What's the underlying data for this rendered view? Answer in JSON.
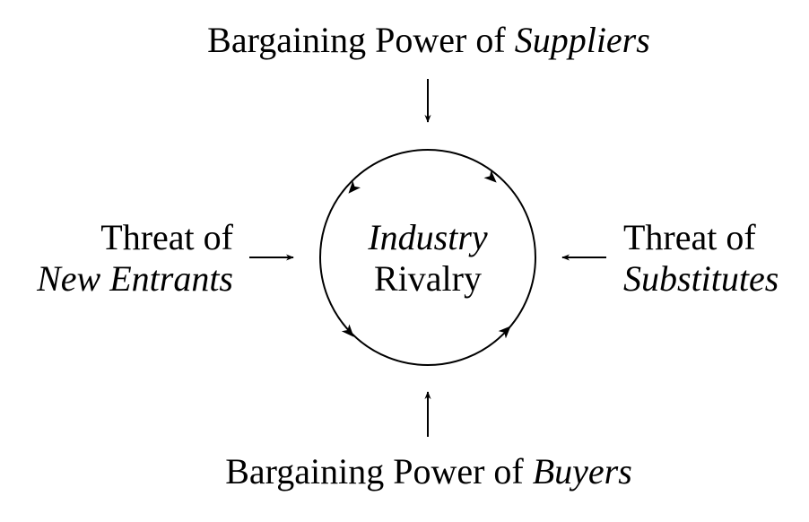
{
  "top": {
    "prefix": "Bargaining Power of ",
    "emphasis": "Suppliers"
  },
  "bottom": {
    "prefix": "Bargaining Power of ",
    "emphasis": "Buyers"
  },
  "left": {
    "line1": "Threat of",
    "line2": "New Entrants"
  },
  "right": {
    "line1": "Threat of",
    "line2": "Substitutes"
  },
  "center": {
    "line1": "Industry",
    "line2": "Rivalry"
  },
  "colors": {
    "ink": "#000000",
    "background": "#ffffff"
  }
}
